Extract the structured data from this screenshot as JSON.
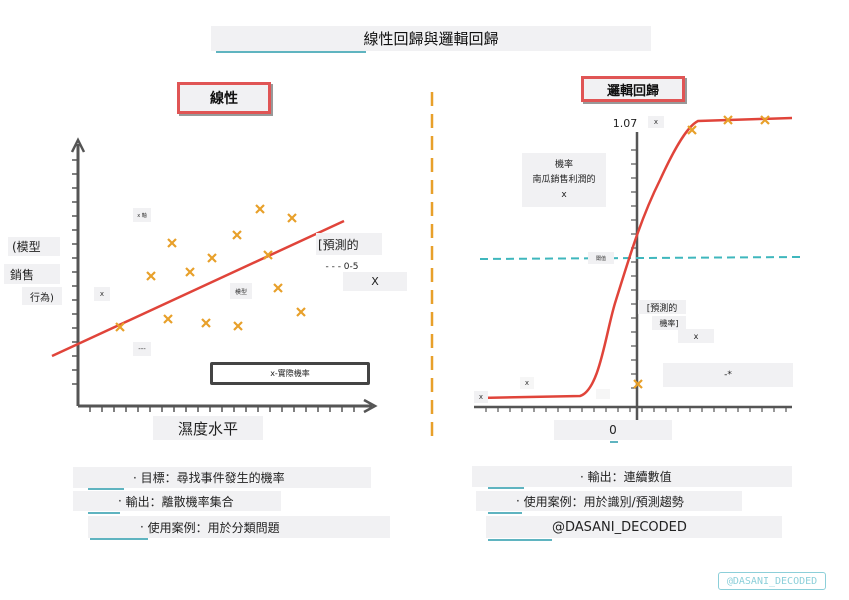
{
  "title": "線性回歸與邏輯回歸",
  "left": {
    "heading": "線性",
    "y_axis_labels": [
      "(模型",
      "銷售",
      "行為)"
    ],
    "x_label": "濕度水平",
    "small_x": "x",
    "small_mark": "x 軸",
    "small_dash": "---",
    "point_label": "模型",
    "prediction_label": "[預測的",
    "prediction_range": "- - - 0-5",
    "prediction_x": "X",
    "x_box_label": "x-實際機率",
    "notes": [
      {
        "prefix": "目標：",
        "text": "尋找事件發生的機率"
      },
      {
        "prefix": "輸出：",
        "text": "離散機率集合"
      },
      {
        "prefix": "使用案例：",
        "text": "用於分類問題"
      }
    ]
  },
  "right": {
    "heading": "邏輯回歸",
    "y_top": "1.07",
    "y_top_x": "x",
    "prob_label_1": "機率",
    "prob_label_2": "南瓜銷售利潤的",
    "prob_label_3": "x",
    "mid_label": "閾值",
    "pred_label_1": "[預測的",
    "pred_label_2": "機率]",
    "pred_label_3": "x",
    "x_small": "x",
    "x_small2": "x",
    "box_label": "-*",
    "origin_label": "0",
    "bottom_small": "—",
    "notes": [
      {
        "prefix": "輸出：",
        "text": "連續數值"
      },
      {
        "prefix": "使用案例：",
        "text": "用於識別/預測趨勢"
      },
      {
        "prefix": "",
        "text": "@DASANI_DECODED"
      }
    ]
  },
  "watermark": "@DASANI_DECODED",
  "colors": {
    "accent": "#e8a02a",
    "line": "#e0443a",
    "teal": "#3fb7bd"
  }
}
